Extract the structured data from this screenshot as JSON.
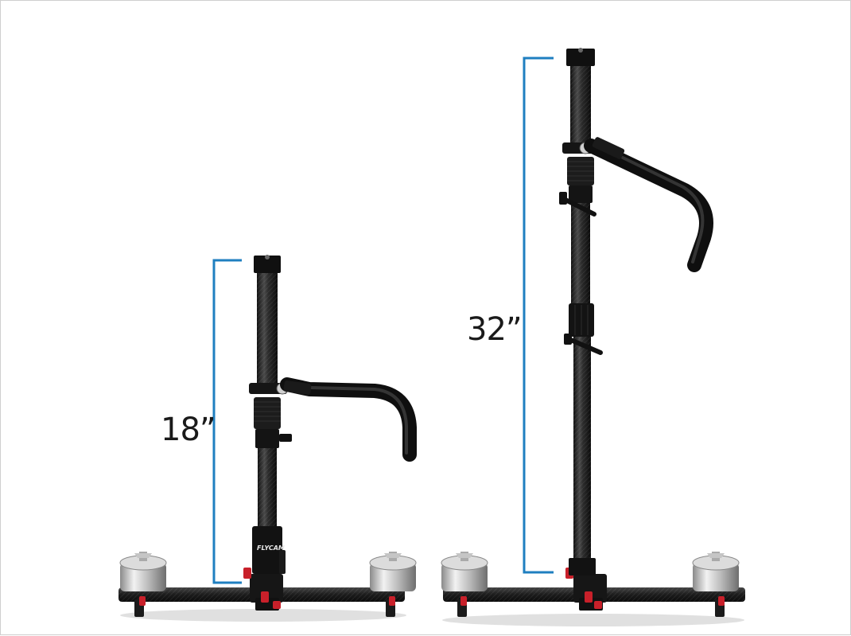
{
  "product": {
    "brand_text": "FLYCAM",
    "colors": {
      "dimension_line": "#1f7fc0",
      "carbon_pole": "#2a2a2a",
      "steel_weight": "#c9c9c9",
      "lever_red": "#c8202a"
    }
  },
  "dimensions": {
    "short": {
      "label": "18”"
    },
    "tall": {
      "label": "32”"
    }
  }
}
